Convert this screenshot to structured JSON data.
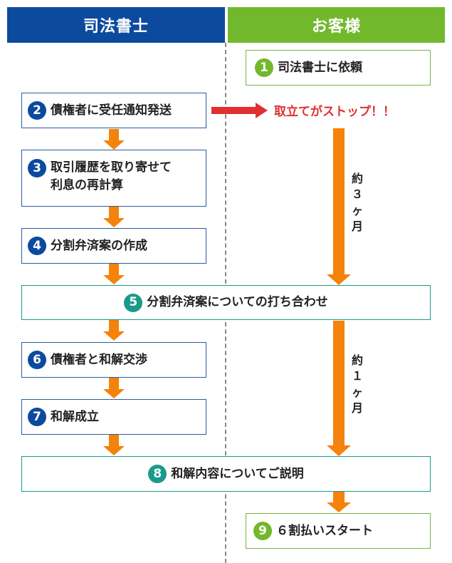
{
  "header": {
    "left": "司法書士",
    "right": "お客様"
  },
  "steps": [
    {
      "num": "1",
      "text": "司法書士に依頼"
    },
    {
      "num": "2",
      "text": "債権者に受任通知発送"
    },
    {
      "num": "3",
      "text": "取引履歴を取り寄せて\n利息の再計算"
    },
    {
      "num": "4",
      "text": "分割弁済案の作成"
    },
    {
      "num": "5",
      "text": "分割弁済案についての打ち合わせ"
    },
    {
      "num": "6",
      "text": "債権者と和解交渉"
    },
    {
      "num": "7",
      "text": "和解成立"
    },
    {
      "num": "8",
      "text": "和解内容についてご説明"
    },
    {
      "num": "9",
      "text": "６割払いスタート"
    }
  ],
  "stop_label": "取立てがストップ！！",
  "durations": [
    {
      "text": "約\n３\nヶ\n月"
    },
    {
      "text": "約\n１\nヶ\n月"
    }
  ],
  "colors": {
    "lawyer_blue": "#0c4a9e",
    "client_green": "#72b82c",
    "joint_teal": "#1a9a8a",
    "arrow_orange": "#f5820a",
    "stop_red": "#e03030"
  }
}
